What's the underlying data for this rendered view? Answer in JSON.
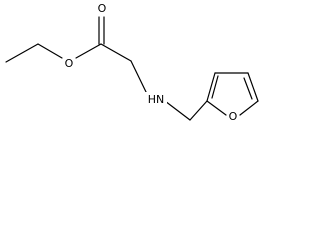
{
  "molecule": {
    "atoms": {
      "carbonyl_oxygen": "O",
      "ester_oxygen": "O",
      "amine_nitrogen": "HN",
      "furan_oxygen": "O"
    }
  }
}
